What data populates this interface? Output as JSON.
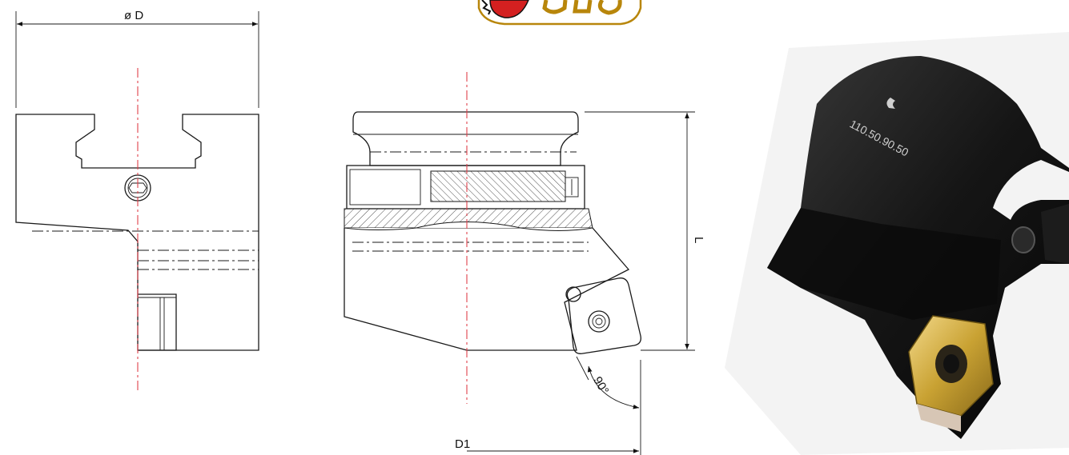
{
  "dimensions": {
    "diameter_label": "ø  D",
    "length_label": "L",
    "angle_label": "90°",
    "d1_label": "D1"
  },
  "product": {
    "engraving": "110.50.90.50"
  },
  "colors": {
    "outline": "#1a1a1a",
    "centerline": "#e0404a",
    "body": "#111111",
    "insert": "#c9a233",
    "logo_ring": "#b8860b",
    "logo_red": "#d42020"
  }
}
